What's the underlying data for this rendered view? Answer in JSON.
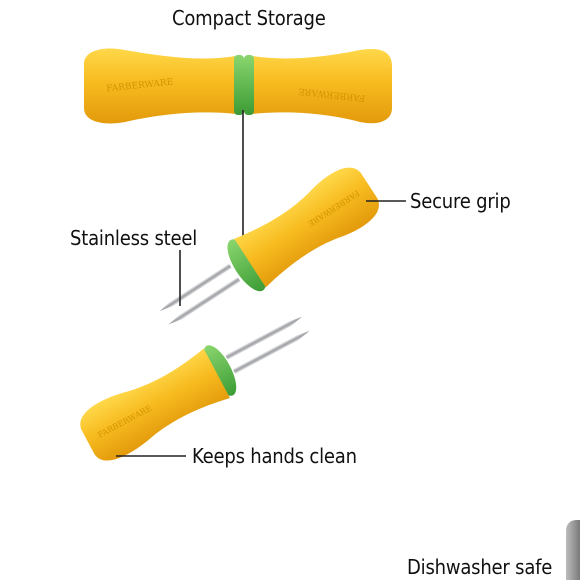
{
  "labels": {
    "compact_storage": "Compact Storage",
    "secure_grip": "Secure grip",
    "stainless_steel": "Stainless steel",
    "keeps_hands_clean": "Keeps hands clean",
    "dishwasher_safe": "Dishwasher safe"
  },
  "brand": "FARBERWARE",
  "colors": {
    "handle_yellow": "#f5b820",
    "handle_shade": "#e09a10",
    "collar_green": "#58b84a",
    "steel": "#b9bcc0",
    "line": "#222222"
  }
}
